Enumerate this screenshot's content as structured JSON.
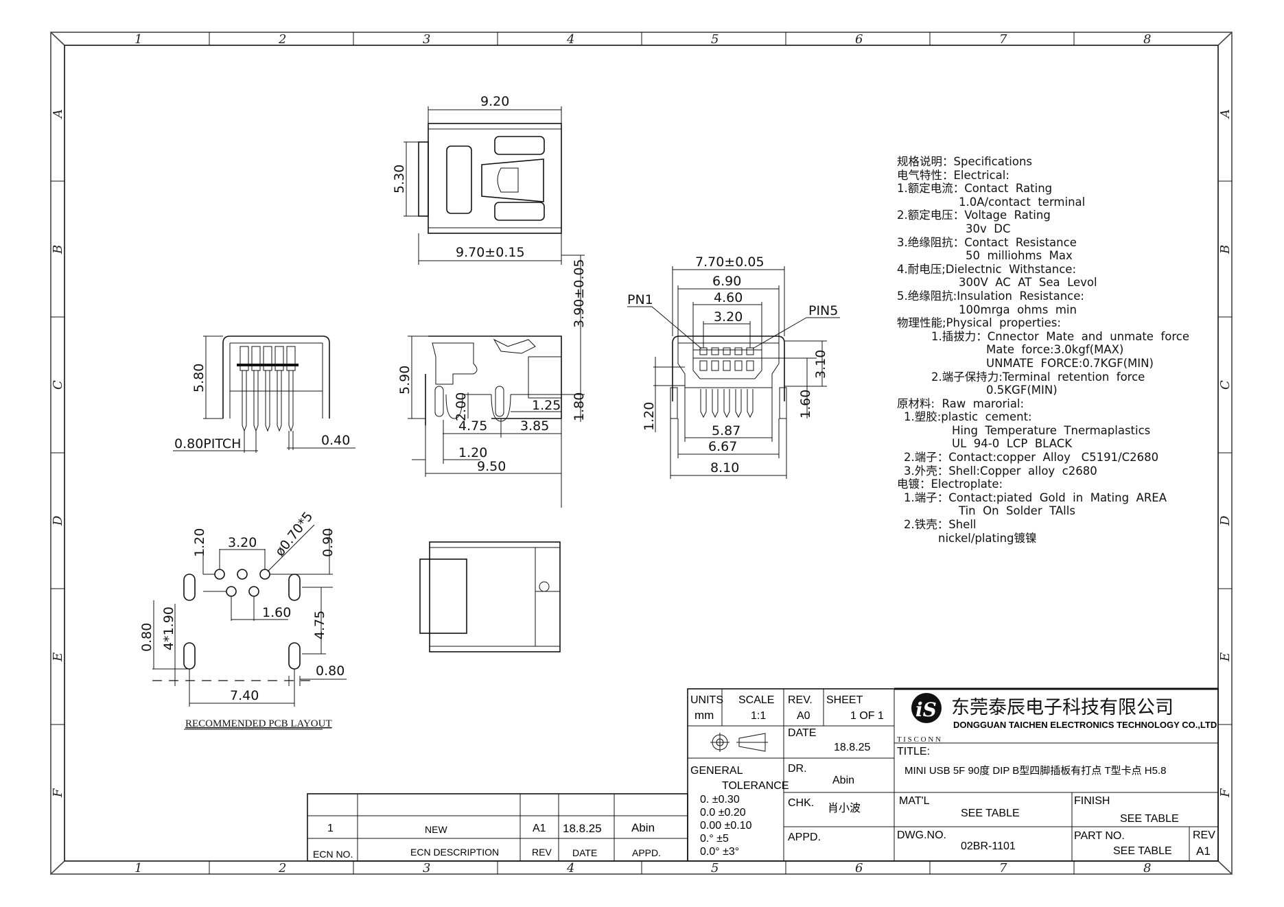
{
  "frame": {
    "column_labels": [
      "1",
      "2",
      "3",
      "4",
      "5",
      "6",
      "7",
      "8"
    ],
    "row_labels": [
      "A",
      "B",
      "C",
      "D",
      "E",
      "F"
    ]
  },
  "views": {
    "top_view": {
      "width_dim": "9.20",
      "height_dim": "5.30",
      "length_dim": "9.70±0.15"
    },
    "side_view_left": {
      "height_dim": "5.80",
      "pitch_label": "0.80PITCH",
      "pin_width_dim": "0.40"
    },
    "side_view_right": {
      "height_dim": "5.90",
      "overall_height_dim": "3.90±0.05",
      "dims": [
        "2.00",
        "1.25",
        "1.80",
        "4.75",
        "3.85",
        "1.20",
        "9.50"
      ]
    },
    "front_view": {
      "pin1_label": "PN1",
      "pin5_label": "PIN5",
      "dims_top": [
        "7.70±0.05",
        "6.90",
        "4.60",
        "3.20"
      ],
      "dims_side": [
        "3.10",
        "1.60",
        "1.20"
      ],
      "dims_bottom": [
        "5.87",
        "6.67",
        "8.10"
      ]
    },
    "pcb_layout": {
      "title": "RECOMMENDED PCB LAYOUT",
      "dims": [
        "1.20",
        "3.20",
        "ø0.70*5",
        "0.90",
        "0.80",
        "4*1.90",
        "1.60",
        "4.75",
        "0.80",
        "7.40"
      ]
    }
  },
  "specs": {
    "lines": [
      {
        "indent": 0,
        "text": "规格说明：Specifications"
      },
      {
        "indent": 0,
        "text": "电气特性：Electrical:"
      },
      {
        "indent": 0,
        "text": "1.额定电流：Contact  Rating"
      },
      {
        "indent": 9,
        "text": "1.0A/contact  terminal"
      },
      {
        "indent": 0,
        "text": "2.额定电压：Voltage  Rating"
      },
      {
        "indent": 10,
        "text": "30v  DC"
      },
      {
        "indent": 0,
        "text": "3.绝缘阻抗：Contact  Resistance"
      },
      {
        "indent": 10,
        "text": "50  milliohms  Max"
      },
      {
        "indent": 0,
        "text": "4.耐电压;Dielectnic  Withstance:"
      },
      {
        "indent": 9,
        "text": "300V  AC  AT  Sea  Levol"
      },
      {
        "indent": 0,
        "text": "5.绝缘阻抗:Insulation  Resistance:"
      },
      {
        "indent": 9,
        "text": "100mrga  ohms  min"
      },
      {
        "indent": 0,
        "text": "物理性能;Physical  properties:"
      },
      {
        "indent": 5,
        "text": "1.插拔力：Cnnector  Mate  and  unmate  force"
      },
      {
        "indent": 13,
        "text": "Mate  force:3.0kgf(MAX)"
      },
      {
        "indent": 13,
        "text": "UNMATE  FORCE:0.7KGF(MIN)"
      },
      {
        "indent": 5,
        "text": "2.端子保持力:Terminal  retention  force"
      },
      {
        "indent": 13,
        "text": "0.5KGF(MIN)"
      },
      {
        "indent": 0,
        "text": "原材料:  Raw  marorial:"
      },
      {
        "indent": 1,
        "text": "1.塑胶:plastic  cement:"
      },
      {
        "indent": 8,
        "text": "Hing  Temperature  Tnermaplastics"
      },
      {
        "indent": 8,
        "text": "UL  94-0  LCP  BLACK"
      },
      {
        "indent": 1,
        "text": "2.端子：Contact:copper  Alloy   C5191/C2680"
      },
      {
        "indent": 1,
        "text": "3.外壳：Shell:Copper  alloy  c2680"
      },
      {
        "indent": 0,
        "text": "电镀：Electroplate:"
      },
      {
        "indent": 1,
        "text": "1.端子：Contact:piated  Gold  in  Mating  AREA"
      },
      {
        "indent": 9,
        "text": "Tin  On  Solder  TAlls"
      },
      {
        "indent": 1,
        "text": "2.铁壳：Shell"
      },
      {
        "indent": 6,
        "text": "nickel/plating镀镍"
      }
    ]
  },
  "revision_table": {
    "headers": [
      "ECN NO.",
      "ECN   DESCRIPTION",
      "REV",
      "DATE",
      "APPD."
    ],
    "rows": [
      [
        "",
        "",
        "",
        "",
        ""
      ],
      [
        "1",
        "NEW",
        "A1",
        "18.8.25",
        "Abin"
      ]
    ]
  },
  "title_block": {
    "units_label": "UNITS",
    "units_value": "mm",
    "scale_label": "SCALE",
    "scale_value": "1:1",
    "rev_label": "REV.",
    "rev_value": "A0",
    "sheet_label": "SHEET",
    "sheet_value": "1  OF  1",
    "projection_symbol": "third-angle-projection-icon",
    "date_label": "DATE",
    "date_value": "18.8.25",
    "general_label": "GENERAL",
    "tolerance_label": "TOLERANCE",
    "tolerances": [
      "0.     ±0.30",
      "0.0    ±0.20",
      "0.00  ±0.10",
      "0.°     ±5",
      "0.0°  ±3°"
    ],
    "dr_label": "DR.",
    "dr_value": "Abin",
    "chk_label": "CHK.",
    "chk_value": "肖小波",
    "appd_label": "APPD.",
    "appd_value": "",
    "company_cn": "东莞泰辰电子科技有限公司",
    "company_en": "DONGGUAN TAICHEN ELECTRONICS TECHNOLOGY CO.,LTD",
    "brand": "T I S C O N N",
    "title_label": "TITLE:",
    "title_value": "MINI  USB  5F  90度 DIP  B型四脚插板有打点  T型卡点  H5.8",
    "matl_label": "MAT'L",
    "matl_value": "SEE  TABLE",
    "finish_label": "FINISH",
    "finish_value": "SEE  TABLE",
    "dwg_label": "DWG.NO.",
    "dwg_value": "02BR-1101",
    "part_label": "PART  NO.",
    "part_value": "SEE  TABLE",
    "rev2_label": "REV",
    "rev2_value": "A1"
  }
}
